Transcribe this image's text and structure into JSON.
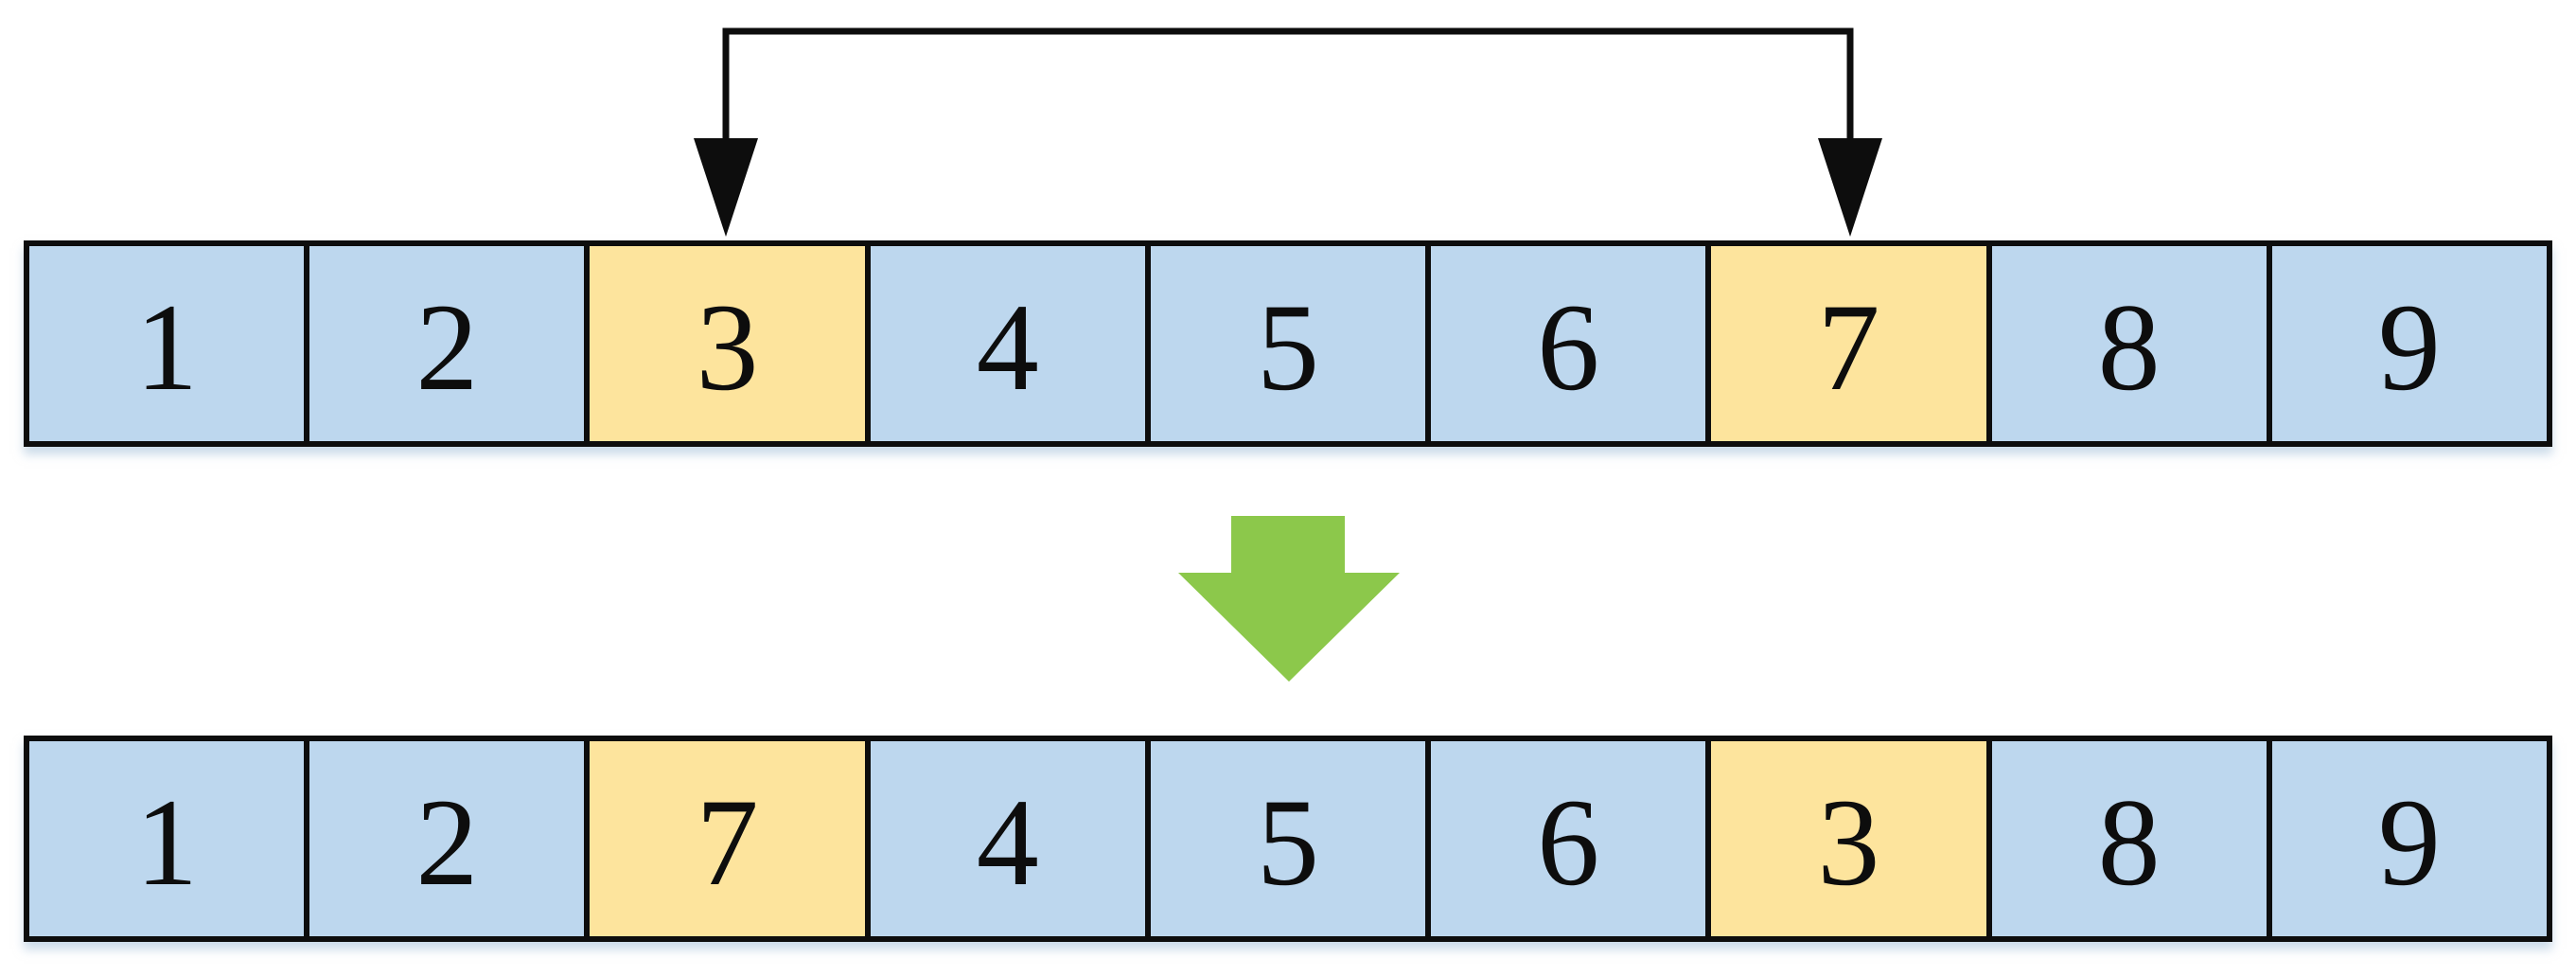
{
  "before_row": {
    "cells": [
      {
        "label": "1",
        "highlight": false
      },
      {
        "label": "2",
        "highlight": false
      },
      {
        "label": "3",
        "highlight": true
      },
      {
        "label": "4",
        "highlight": false
      },
      {
        "label": "5",
        "highlight": false
      },
      {
        "label": "6",
        "highlight": false
      },
      {
        "label": "7",
        "highlight": true
      },
      {
        "label": "8",
        "highlight": false
      },
      {
        "label": "9",
        "highlight": false
      }
    ]
  },
  "after_row": {
    "cells": [
      {
        "label": "1",
        "highlight": false
      },
      {
        "label": "2",
        "highlight": false
      },
      {
        "label": "7",
        "highlight": true
      },
      {
        "label": "4",
        "highlight": false
      },
      {
        "label": "5",
        "highlight": false
      },
      {
        "label": "6",
        "highlight": false
      },
      {
        "label": "3",
        "highlight": true
      },
      {
        "label": "8",
        "highlight": false
      },
      {
        "label": "9",
        "highlight": false
      }
    ]
  },
  "swap": {
    "from_index": 2,
    "to_index": 6
  },
  "colors": {
    "cell_default": "#bdd7ee",
    "cell_highlight": "#fde49d",
    "border": "#0d0d0d",
    "down_arrow": "#8cc84b"
  }
}
